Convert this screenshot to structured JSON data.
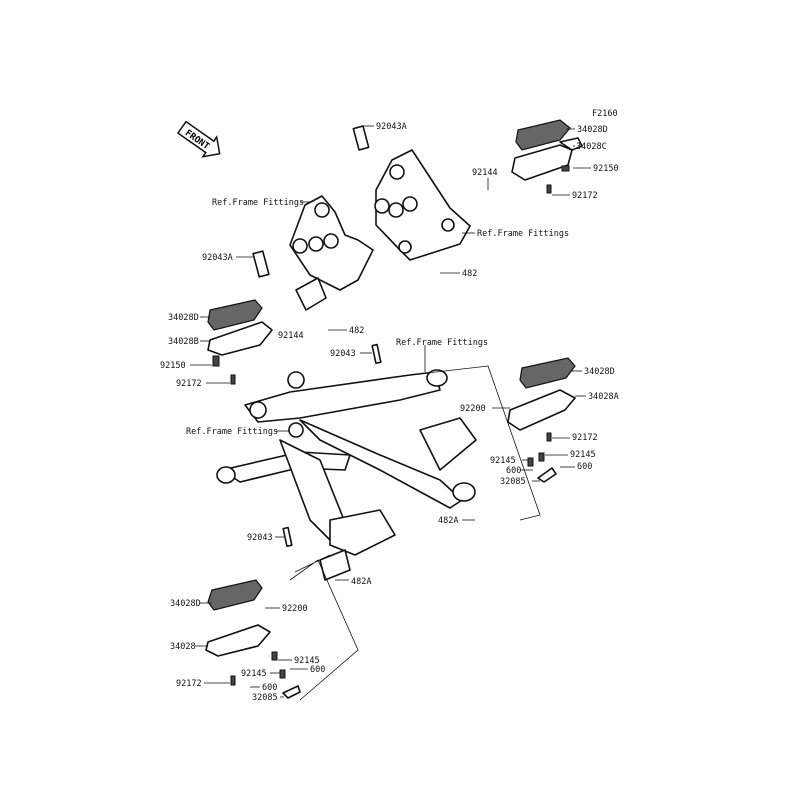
{
  "diagram_code": "F2160",
  "front_badge": "FRONT",
  "labels": {
    "l01": "92043A",
    "l02": "34028D",
    "l03": "34028C",
    "l04": "92150",
    "l05": "92144",
    "l06": "92172",
    "l07": "Ref.Frame Fittings",
    "l08": "Ref.Frame Fittings",
    "l09": "92043A",
    "l10": "482",
    "l11": "34028D",
    "l12": "482",
    "l13": "92144",
    "l14": "34028B",
    "l15": "92043",
    "l16": "Ref.Frame Fittings",
    "l17": "92150",
    "l18": "34028D",
    "l19": "92172",
    "l20": "34028A",
    "l21": "92200",
    "l22": "Ref.Frame Fittings",
    "l23": "92172",
    "l24": "92145",
    "l25": "92145",
    "l26": "600",
    "l27": "600",
    "l28": "32085",
    "l29": "482A",
    "l30": "92043",
    "l31": "482A",
    "l32": "34028D",
    "l33": "92200",
    "l34": "34028",
    "l35": "92145",
    "l36": "600",
    "l37": "92145",
    "l38": "600",
    "l39": "92172",
    "l40": "32085"
  }
}
